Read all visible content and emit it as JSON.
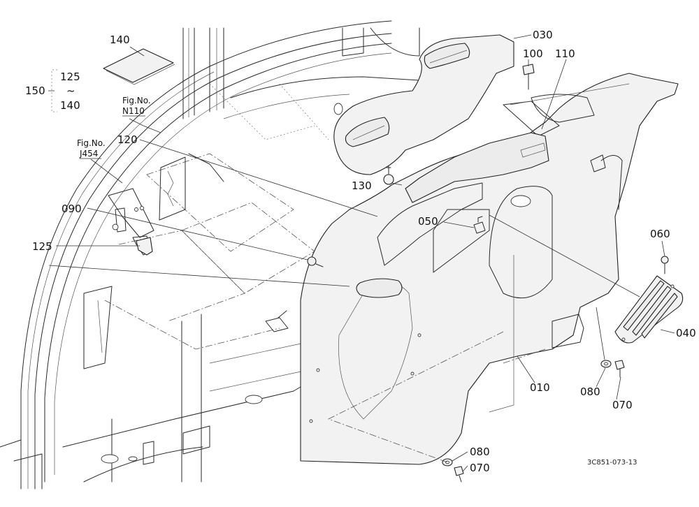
{
  "callouts": {
    "c030": "030",
    "c100": "100",
    "c110": "110",
    "c140": "140",
    "c150": "150",
    "c125_top": "125",
    "c140_range": "140",
    "range_sep": "~",
    "fig_n110_line1": "Fig.No.",
    "fig_n110_line2": "N110",
    "fig_j454_line1": "Fig.No.",
    "fig_j454_line2": "J454",
    "c120": "120",
    "c130": "130",
    "c090": "090",
    "c050": "050",
    "c060": "060",
    "c125_left": "125",
    "c040": "040",
    "c010": "010",
    "c080_right": "080",
    "c070_right": "070",
    "c080_bottom": "080",
    "c070_bottom": "070"
  },
  "drawing_number": "3C851-073-13"
}
